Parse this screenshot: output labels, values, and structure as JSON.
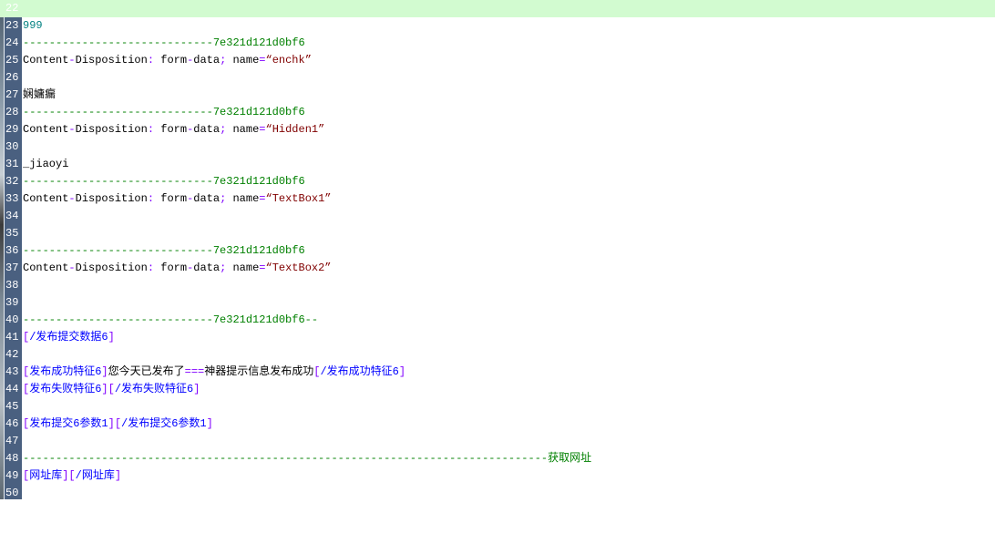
{
  "editor": {
    "current_line": 22,
    "colors": {
      "gutter": "#4a6080",
      "current_line_bg": "#d2fbd0",
      "boundary": "#008000",
      "number": "#008080",
      "string": "#800000",
      "operator": "#8000ff",
      "tag": "#0000ff"
    },
    "lines": [
      {
        "n": "22",
        "text": ""
      },
      {
        "n": "23",
        "text": "999"
      },
      {
        "n": "24",
        "dashes": "-----------------------------",
        "id": "7e321d121d0bf6"
      },
      {
        "n": "25",
        "h1": "Content",
        "h2": "Disposition",
        "h3": " form",
        "h4": "data",
        "h5": " name",
        "val": "“enchk”"
      },
      {
        "n": "26",
        "text": ""
      },
      {
        "n": "27",
        "text": "娴嫞瘺"
      },
      {
        "n": "28",
        "dashes": "-----------------------------",
        "id": "7e321d121d0bf6"
      },
      {
        "n": "29",
        "h1": "Content",
        "h2": "Disposition",
        "h3": " form",
        "h4": "data",
        "h5": " name",
        "val": "“Hidden1”"
      },
      {
        "n": "30",
        "text": ""
      },
      {
        "n": "31",
        "text": "_jiaoyi"
      },
      {
        "n": "32",
        "dashes": "-----------------------------",
        "id": "7e321d121d0bf6"
      },
      {
        "n": "33",
        "h1": "Content",
        "h2": "Disposition",
        "h3": " form",
        "h4": "data",
        "h5": " name",
        "val": "“TextBox1”"
      },
      {
        "n": "34",
        "text": ""
      },
      {
        "n": "35",
        "text": ""
      },
      {
        "n": "36",
        "dashes": "-----------------------------",
        "id": "7e321d121d0bf6"
      },
      {
        "n": "37",
        "h1": "Content",
        "h2": "Disposition",
        "h3": " form",
        "h4": "data",
        "h5": " name",
        "val": "“TextBox2”"
      },
      {
        "n": "38",
        "text": ""
      },
      {
        "n": "39",
        "text": ""
      },
      {
        "n": "40",
        "dashes": "-----------------------------",
        "id": "7e321d121d0bf6--"
      },
      {
        "n": "41",
        "tag1": "/发布提交数据6"
      },
      {
        "n": "42",
        "text": ""
      },
      {
        "n": "43",
        "tag1": "发布成功特征6",
        "mid1": "您今天已发布了",
        "eq": "===",
        "mid2": "神器提示信息发布成功",
        "tag2": "/发布成功特征6"
      },
      {
        "n": "44",
        "tag1": "发布失败特征6",
        "tag2": "/发布失败特征6"
      },
      {
        "n": "45",
        "text": ""
      },
      {
        "n": "46",
        "tag1": "发布提交6参数1",
        "tag2": "/发布提交6参数1"
      },
      {
        "n": "47",
        "text": ""
      },
      {
        "n": "48",
        "dashes": "--------------------------------------------------------------------------------",
        "id": "获取网址"
      },
      {
        "n": "49",
        "tag1": "网址库",
        "tag2": "/网址库"
      },
      {
        "n": "50",
        "text": ""
      }
    ]
  }
}
